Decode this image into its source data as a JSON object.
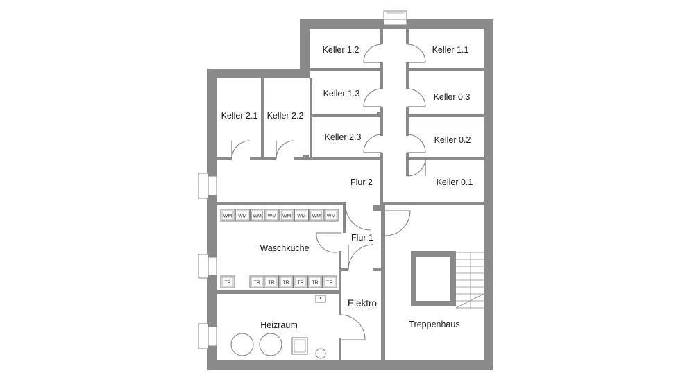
{
  "floor_plan": {
    "rooms": {
      "keller_1_2": "Keller 1.2",
      "keller_1_1": "Keller 1.1",
      "keller_1_3": "Keller 1.3",
      "keller_0_3": "Keller 0.3",
      "keller_2_1": "Keller 2.1",
      "keller_2_2": "Keller 2.2",
      "keller_2_3": "Keller 2.3",
      "keller_0_2": "Keller 0.2",
      "keller_0_1": "Keller 0.1",
      "flur_2": "Flur 2",
      "flur_1": "Flur 1",
      "waschkueche": "Waschküche",
      "elektro": "Elektro",
      "heizraum": "Heizraum",
      "treppenhaus": "Treppenhaus"
    },
    "washer_label": "WM",
    "washer_count": 8,
    "dryer_label": "TR",
    "dryer_count": 7,
    "wall_color": "#8a8a8a"
  }
}
